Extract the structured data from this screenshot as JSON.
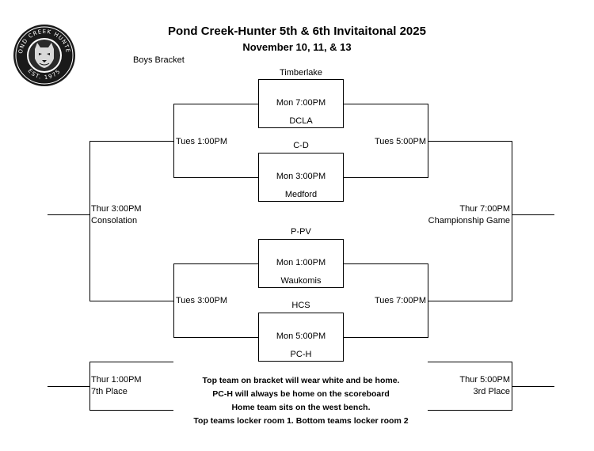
{
  "header": {
    "title": "Pond Creek-Hunter 5th & 6th Invitaitonal 2025",
    "dates": "November 10, 11, & 13",
    "bracket_label": "Boys Bracket"
  },
  "logo": {
    "top_text": "POND CREEK HUNTER",
    "bottom_text": "EST. 1975"
  },
  "games": {
    "g1": {
      "top_team": "Timberlake",
      "time": "Mon 7:00PM",
      "bottom_team": "DCLA"
    },
    "g2": {
      "top_team": "C-D",
      "time": "Mon 3:00PM",
      "bottom_team": "Medford"
    },
    "g3": {
      "top_team": "P-PV",
      "time": "Mon 1:00PM",
      "bottom_team": "Waukomis"
    },
    "g4": {
      "top_team": "HCS",
      "time": "Mon 5:00PM",
      "bottom_team": "PC-H"
    }
  },
  "rounds": {
    "cons_semi_top": "Tues 1:00PM",
    "cons_semi_bottom": "Tues 3:00PM",
    "semi_top": "Tues 5:00PM",
    "semi_bottom": "Tues 7:00PM",
    "consolation_time": "Thur 3:00PM",
    "consolation_label": "Consolation",
    "championship_time": "Thur 7:00PM",
    "championship_label": "Championship Game",
    "seventh_time": "Thur 1:00PM",
    "seventh_label": "7th Place",
    "third_time": "Thur 5:00PM",
    "third_label": "3rd Place"
  },
  "notes": [
    "Top team on bracket will wear white and be home.",
    "PC-H will always be home on the scoreboard",
    "Home team sits on the west bench.",
    "Top teams locker room 1.  Bottom teams locker room 2"
  ]
}
